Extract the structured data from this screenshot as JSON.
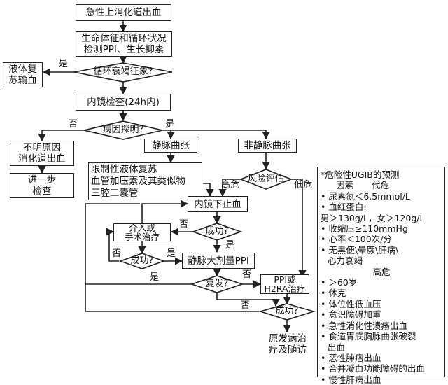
{
  "nodes": {
    "start": "急性上消化道出血",
    "monitor_line1": "生命体征和循环状况",
    "monitor_line2": "检测PPI、生长抑素",
    "circulatory_q": "循环衰竭征象?",
    "fluid": "液体复\n苏输血",
    "endoscopy": "内镜检查(24h内)",
    "cause_q": "病因探明?",
    "unknown": "不明原因\n消化道出血",
    "further": "进一步\n检查",
    "varices": "静脉曲张",
    "non_varices": "非静脉曲张",
    "vasopressor": "限制性液体复苏\n血管加压素及其类似物\n三腔二囊管",
    "risk_q": "风险评估",
    "endo_hemostasis": "内镜下止血",
    "intervention": "介入或\n手术治疗",
    "success1_q": "成功?",
    "success2_q": "成功?",
    "ppi_high": "静脉大剂量PPI",
    "rebleed_q": "复发?",
    "ppi_h2ra": "PPI或\nH2RA治疗",
    "success3_q": "成功?",
    "final": "原发病治\n疗及随访"
  },
  "edge_labels": {
    "yes": "是",
    "no": "否",
    "high_risk": "高危",
    "low_risk": "低危"
  },
  "risk_panel": {
    "title": "*危险性UGIB的预测",
    "factor_label": "因素",
    "low_risk_heading": "代危",
    "low_risk_items": [
      "• 尿素氮＜6.5mmol/L",
      "• 血红蛋白:"
    ],
    "hemoglobin_detail": "男＞130g/L，女＞120g/L",
    "low_risk_items_more": [
      "• 收缩压≥110mmHg",
      "• 心率＜100次/分",
      "• 无黑便\\晕厥\\肝病\\",
      "心力衰竭"
    ],
    "high_risk_heading": "高危",
    "high_risk_items": [
      "• ＞60岁",
      "• 休克",
      "• 体位性低血压",
      "• 意识障碍加重",
      "• 急性消化性溃疡出血",
      "• 食道胃底胸脉曲张破裂",
      "出血",
      "• 恶性肿瘤出血",
      "• 合并凝血功能障碍的出血",
      "• 慢性肝病出血"
    ]
  }
}
